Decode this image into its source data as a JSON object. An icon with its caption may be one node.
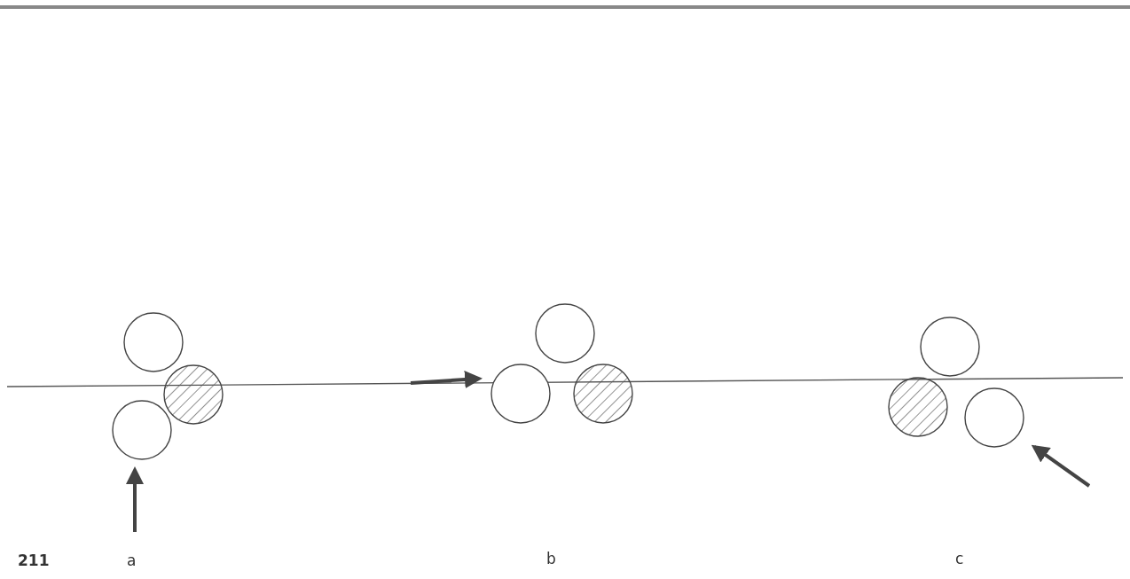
{
  "diagram": {
    "labels": [
      "211",
      "a",
      "b",
      "c"
    ]
  }
}
